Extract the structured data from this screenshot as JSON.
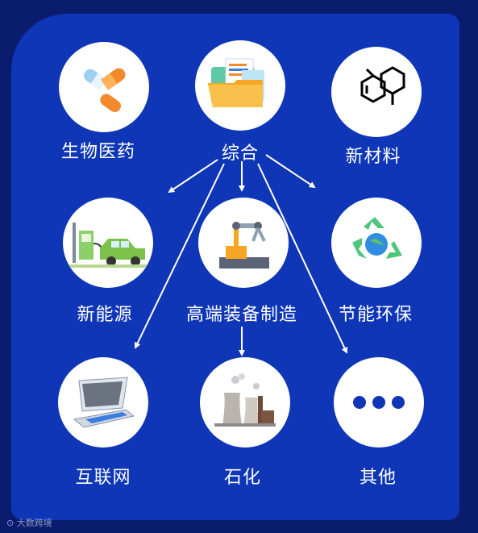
{
  "center": {
    "label": "综合"
  },
  "categories": [
    {
      "id": "biomed",
      "label": "生物医药",
      "icon": "capsule-icon"
    },
    {
      "id": "newmat",
      "label": "新材料",
      "icon": "molecule-icon"
    },
    {
      "id": "newenergy",
      "label": "新能源",
      "icon": "electric-car-icon"
    },
    {
      "id": "hiend",
      "label": "高端装备制造",
      "icon": "robot-arm-icon"
    },
    {
      "id": "eco",
      "label": "节能环保",
      "icon": "recycle-icon"
    },
    {
      "id": "internet",
      "label": "互联网",
      "icon": "laptop-icon"
    },
    {
      "id": "petro",
      "label": "石化",
      "icon": "factory-icon"
    },
    {
      "id": "other",
      "label": "其他",
      "icon": "more-dots-icon"
    }
  ],
  "colors": {
    "background": "#0a1c6e",
    "panel": "#0e36b6",
    "arrow": "#ffffff"
  },
  "watermark": "大数跨境"
}
